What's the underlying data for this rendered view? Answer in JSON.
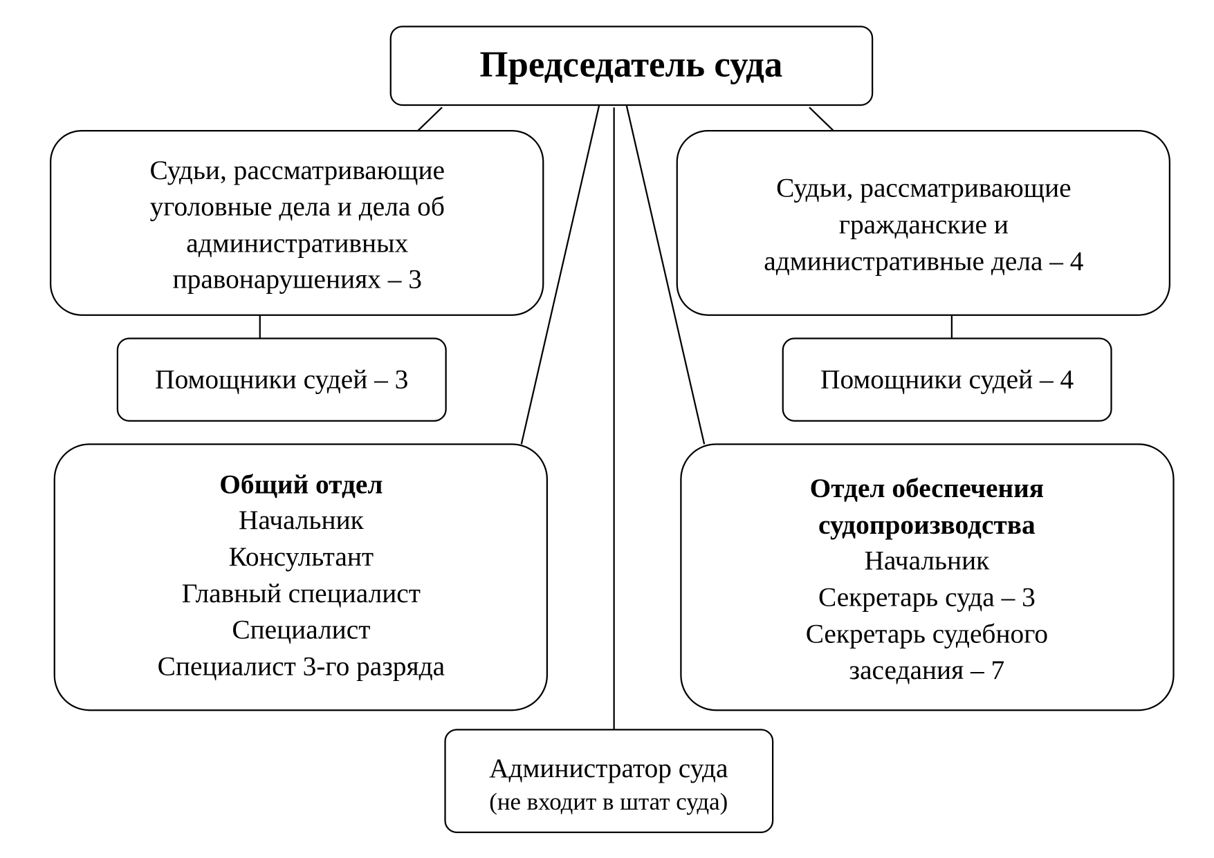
{
  "chairman": "Председатель суда",
  "judges_criminal": {
    "lines": [
      "Судьи, рассматривающие",
      "уголовные дела и дела об",
      "административных",
      "правонарушениях – 3"
    ]
  },
  "judges_civil": {
    "lines": [
      "Судьи, рассматривающие",
      "гражданские и",
      "административные дела – 4"
    ]
  },
  "assistants_left": "Помощники судей – 3",
  "assistants_right": "Помощники судей – 4",
  "general_dept": {
    "title": "Общий отдел",
    "lines": [
      "Начальник",
      "Консультант",
      "Главный специалист",
      "Специалист",
      "Специалист 3-го разряда"
    ]
  },
  "proceedings_dept": {
    "title": [
      "Отдел обеспечения",
      "судопроизводства"
    ],
    "lines": [
      "Начальник",
      "Секретарь суда – 3",
      "Секретарь судебного",
      "заседания – 7"
    ]
  },
  "administrator": {
    "title": "Администратор суда",
    "note": "(не входит в штат суда)"
  }
}
